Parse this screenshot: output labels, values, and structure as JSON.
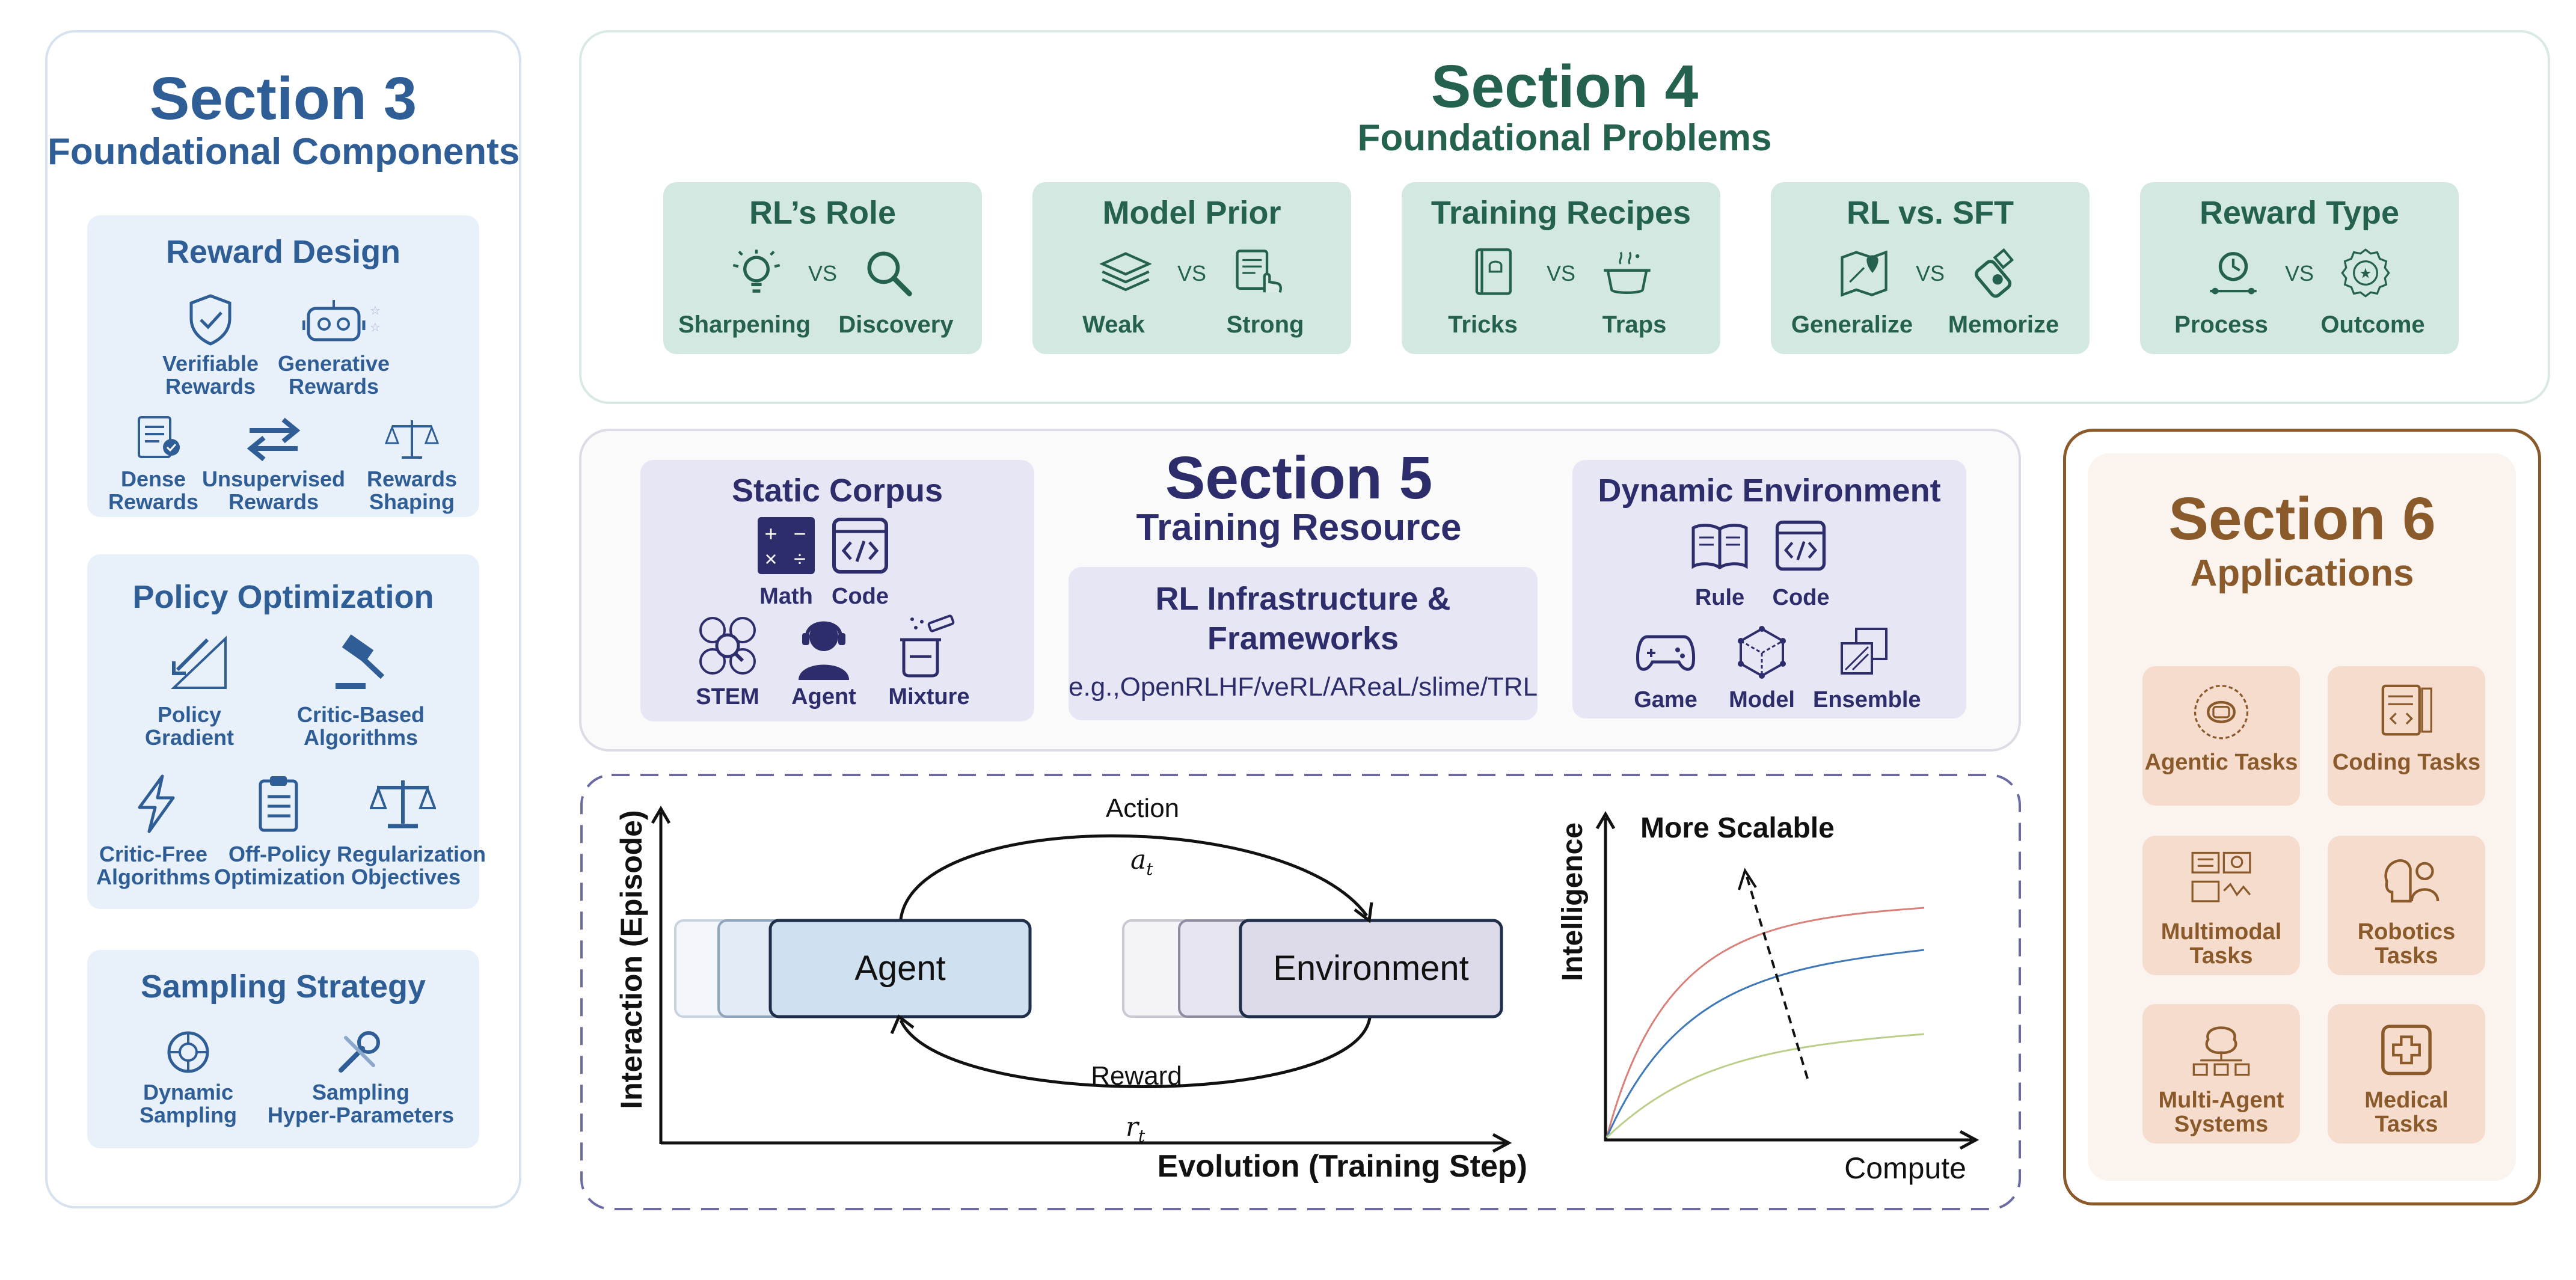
{
  "colors": {
    "section3_blue": "#2f5d95",
    "section4_green": "#25614f",
    "section5_indigo": "#2d2d6c",
    "section6_brown": "#8a5a2b"
  },
  "section3": {
    "title": "Section 3",
    "subtitle": "Foundational Components",
    "reward_design": {
      "title": "Reward Design",
      "items": [
        {
          "label": "Verifiable\nRewards",
          "icon": "shield-check-icon"
        },
        {
          "label": "Generative\nRewards",
          "icon": "robot-icon"
        },
        {
          "label": "Dense\nRewards",
          "icon": "document-check-icon"
        },
        {
          "label": "Unsupervised\nRewards",
          "icon": "swap-arrows-icon"
        },
        {
          "label": "Rewards\nShaping",
          "icon": "balance-scale-icon"
        }
      ]
    },
    "policy_optimization": {
      "title": "Policy Optimization",
      "items": [
        {
          "label": "Policy\nGradient",
          "icon": "gradient-triangle-icon"
        },
        {
          "label": "Critic-Based\nAlgorithms",
          "icon": "gavel-icon"
        },
        {
          "label": "Critic-Free\nAlgorithms",
          "icon": "lightning-icon"
        },
        {
          "label": "Off-Policy\nOptimization",
          "icon": "clipboard-list-icon"
        },
        {
          "label": "Regularization\nObjectives",
          "icon": "balance-scale-icon"
        }
      ]
    },
    "sampling_strategy": {
      "title": "Sampling Strategy",
      "items": [
        {
          "label": "Dynamic\nSampling",
          "icon": "dial-icon"
        },
        {
          "label": "Sampling\nHyper-Parameters",
          "icon": "wrench-icon"
        }
      ]
    }
  },
  "section4": {
    "title": "Section 4",
    "subtitle": "Foundational Problems",
    "vs_label": "VS",
    "cards": [
      {
        "title": "RL’s Role",
        "left": "Sharpening",
        "right": "Discovery",
        "left_icon": "lightbulb-icon",
        "right_icon": "magnifier-icon"
      },
      {
        "title": "Model Prior",
        "left": "Weak",
        "right": "Strong",
        "left_icon": "layers-icon",
        "right_icon": "document-touch-icon"
      },
      {
        "title": "Training Recipes",
        "left": "Tricks",
        "right": "Traps",
        "left_icon": "recipe-book-icon",
        "right_icon": "cooking-pot-icon"
      },
      {
        "title": "RL vs. SFT",
        "left": "Generalize",
        "right": "Memorize",
        "left_icon": "map-pin-icon",
        "right_icon": "usb-drive-icon"
      },
      {
        "title": "Reward Type",
        "left": "Process",
        "right": "Outcome",
        "left_icon": "timeline-clock-icon",
        "right_icon": "award-badge-icon"
      }
    ]
  },
  "section5": {
    "title": "Section 5",
    "subtitle": "Training Resource",
    "static_corpus": {
      "title": "Static Corpus",
      "items": [
        {
          "label": "Math",
          "icon": "calculator-icon"
        },
        {
          "label": "Code",
          "icon": "code-window-icon"
        },
        {
          "label": "STEM",
          "icon": "stem-icons-icon"
        },
        {
          "label": "Agent",
          "icon": "agent-headset-icon"
        },
        {
          "label": "Mixture",
          "icon": "beaker-icon"
        }
      ]
    },
    "infrastructure": {
      "title": "RL Infrastructure &\nFrameworks",
      "examples": "e.g.,OpenRLHF/veRL/AReaL/slime/TRL"
    },
    "dynamic_environment": {
      "title": "Dynamic Environment",
      "items": [
        {
          "label": "Rule",
          "icon": "open-book-icon"
        },
        {
          "label": "Code",
          "icon": "code-window-icon"
        },
        {
          "label": "Game",
          "icon": "gamepad-icon"
        },
        {
          "label": "Model",
          "icon": "cube-icon"
        },
        {
          "label": "Ensemble",
          "icon": "stacked-squares-icon"
        }
      ]
    }
  },
  "loop": {
    "y_axis": "Interaction (Episode)",
    "x_axis": "Evolution (Training Step)",
    "agent": "Agent",
    "environment": "Environment",
    "action": "Action",
    "action_symbol": "a",
    "action_sub": "t",
    "reward": "Reward",
    "reward_symbol": "r",
    "reward_sub": "t"
  },
  "scaling": {
    "y_axis": "Intelligence",
    "x_axis": "Compute",
    "annotation": "More Scalable",
    "curve_colors": [
      "#d9807a",
      "#3f78b8",
      "#bccf8a"
    ]
  },
  "section6": {
    "title": "Section 6",
    "subtitle": "Applications",
    "items": [
      {
        "label": "Agentic Tasks",
        "icon": "brain-gear-icon"
      },
      {
        "label": "Coding Tasks",
        "icon": "code-document-icon"
      },
      {
        "label": "Multimodal\nTasks",
        "icon": "multimodal-icon"
      },
      {
        "label": "Robotics\nTasks",
        "icon": "robot-brain-icon"
      },
      {
        "label": "Multi-Agent\nSystems",
        "icon": "network-brain-icon"
      },
      {
        "label": "Medical\nTasks",
        "icon": "medical-cross-icon"
      }
    ]
  }
}
